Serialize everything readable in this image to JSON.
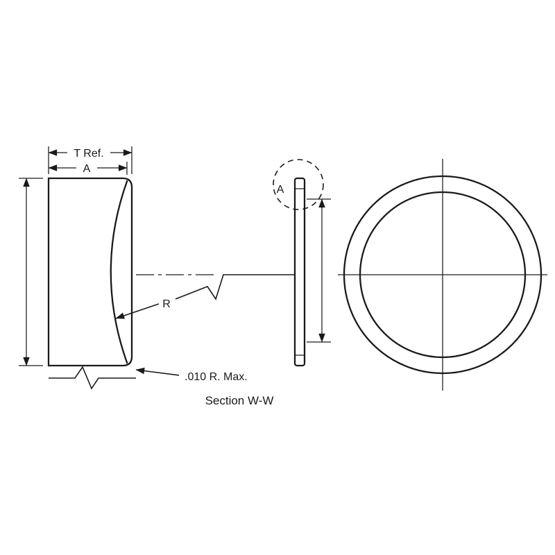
{
  "page": {
    "background": "#ffffff",
    "ink": "#1a1a1a"
  },
  "drawing": {
    "section_title": "Section W-W",
    "labels": {
      "thickness_ref": "T Ref.",
      "dim_a": "A",
      "radius": "R",
      "corner_radius_note": ".010 R. Max.",
      "detail_marker": "A"
    }
  }
}
